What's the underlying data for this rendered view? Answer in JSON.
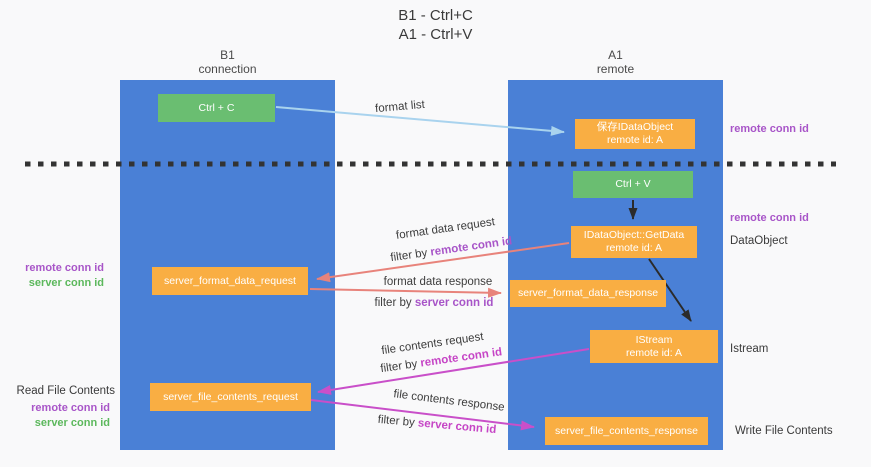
{
  "title": {
    "line1": "B1 - Ctrl+C",
    "line2": "A1 - Ctrl+V"
  },
  "columns": {
    "left": {
      "name": "B1",
      "role": "connection"
    },
    "right": {
      "name": "A1",
      "role": "remote"
    }
  },
  "nodes": {
    "ctrl_c": {
      "label": "Ctrl + C"
    },
    "save_idataobject": {
      "line1": "保存IDataObject",
      "line2": "remote id: A"
    },
    "ctrl_v": {
      "label": "Ctrl + V"
    },
    "getdata": {
      "line1": "IDataObject::GetData",
      "line2": "remote id: A"
    },
    "server_format_data_request": {
      "label": "server_format_data_request"
    },
    "server_format_data_response": {
      "label": "server_format_data_response"
    },
    "istream": {
      "line1": "IStream",
      "line2": "remote id: A"
    },
    "server_file_contents_request": {
      "label": "server_file_contents_request"
    },
    "server_file_contents_response": {
      "label": "server_file_contents_response"
    }
  },
  "edge_labels": {
    "format_list": "format list",
    "format_data_request": {
      "text": "format data request",
      "filter_prefix": "filter by ",
      "filter_key": "remote conn id"
    },
    "format_data_response": {
      "text": "format data response",
      "filter_prefix": "filter by ",
      "filter_key": "server conn id"
    },
    "file_contents_request": {
      "text": "file contents request",
      "filter_prefix": "filter by ",
      "filter_key": "remote conn id"
    },
    "file_contents_response": {
      "text": "file contents response",
      "filter_prefix": "filter by ",
      "filter_key": "server conn id"
    }
  },
  "side_labels": {
    "right_top_remote_conn_id": "remote conn id",
    "right_mid_remote_conn_id": "remote conn id",
    "dataobject": "DataObject",
    "istream": "Istream",
    "write_file_contents": "Write File Contents",
    "left_format": {
      "remote": "remote conn id",
      "server": "server conn id"
    },
    "read_file_contents": "Read File Contents",
    "left_file": {
      "remote": "remote conn id",
      "server": "server conn id"
    }
  },
  "colors": {
    "column_blue": "#4a80d6",
    "box_green": "#6abe71",
    "box_orange": "#f9ae43",
    "arrow_light_blue": "#a9d3ee",
    "arrow_salmon": "#e8837b",
    "arrow_magenta": "#c94fc9",
    "arrow_black": "#2b2b2b",
    "label_purple": "#a855c8",
    "label_green": "#5cb85c",
    "label_magenta": "#c645c6"
  }
}
